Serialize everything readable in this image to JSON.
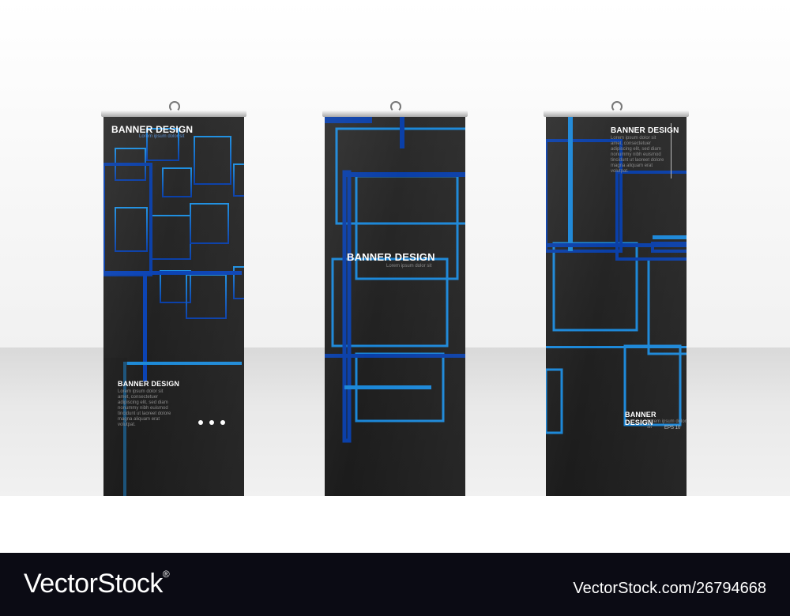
{
  "banners": [
    {
      "top_title": "BANNER DESIGN",
      "top_subtitle": "Lorem ipsum dolor sit",
      "bottom_title": "BANNER DESIGN",
      "bottom_body": [
        "Lorem ipsum dolor sit",
        "amet, consectetuer",
        "adipiscing elit, sed diam",
        "nonummy nibh euismod",
        "tincidunt ut laoreet dolore",
        "magna aliquam erat",
        "volutpat."
      ],
      "dots_count": 3
    },
    {
      "title": "BANNER DESIGN",
      "subtitle": "Lorem ipsum dolor sit"
    },
    {
      "top_title": "BANNER DESIGN",
      "top_body": [
        "Lorem ipsum dolor sit",
        "amet, consectetuer",
        "adipiscing elit, sed diam",
        "nonummy nibh euismod",
        "tincidunt ut laoreet dolore",
        "magna aliquam erat",
        "volutpat."
      ],
      "bottom_title": "BANNER DESIGN",
      "bottom_subtitle": "Lorem ipsum dolor sit",
      "eps": "EPS 10"
    }
  ],
  "footer": {
    "logo_text": "VectorStock",
    "logo_mark": "®",
    "image_id": "VectorStock.com/26794668"
  },
  "colors": {
    "accent_blue": "#1a7fd6",
    "deep_blue": "#0a3fa8",
    "panel_dark": "#222222",
    "footer_bg": "#0b0b14"
  }
}
